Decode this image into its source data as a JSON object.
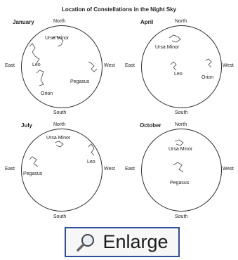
{
  "title": "Location of Constellations in the Night Sky",
  "compass": {
    "north": "North",
    "south": "South",
    "east": "East",
    "west": "West"
  },
  "panels": [
    {
      "month": "January",
      "constellations": [
        "Ursa Minor",
        "Leo",
        "Orion",
        "Pegasus"
      ]
    },
    {
      "month": "April",
      "constellations": [
        "Ursa Minor",
        "Leo",
        "Orion"
      ]
    },
    {
      "month": "July",
      "constellations": [
        "Ursa Minor",
        "Pegasus",
        "Leo"
      ]
    },
    {
      "month": "October",
      "constellations": [
        "Ursa Minor",
        "Pegasus"
      ]
    }
  ],
  "enlarge_button": {
    "label": "Enlarge",
    "icon": "magnifier-icon"
  }
}
